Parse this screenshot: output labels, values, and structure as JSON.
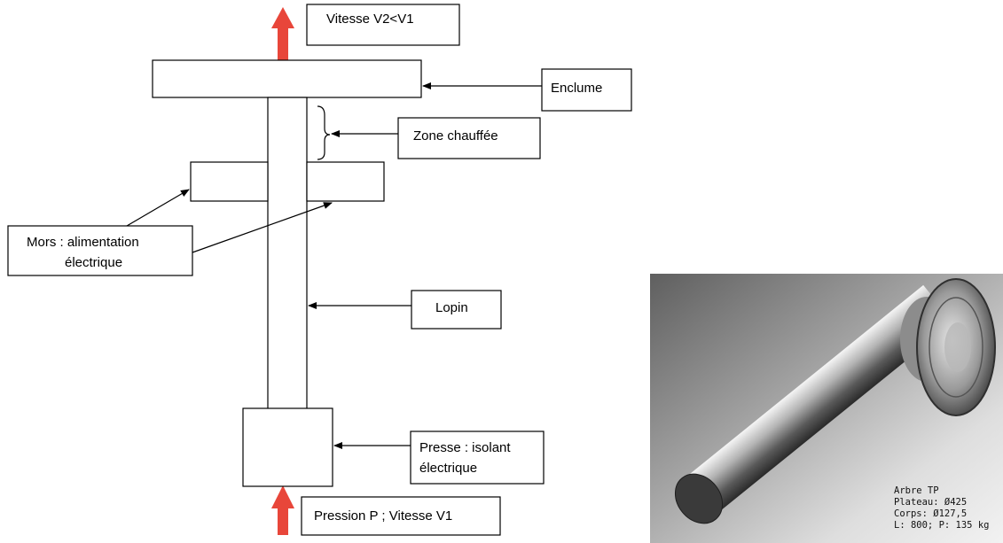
{
  "diagram": {
    "labels": {
      "vitesse_top": "Vitesse V2<V1",
      "enclume": "Enclume",
      "zone": "Zone chauffée",
      "mors_line1": "Mors : alimentation",
      "mors_line2": "électrique",
      "lopin": "Lopin",
      "presse_line1": "Presse : isolant",
      "presse_line2": "électrique",
      "pression": "Pression P ; Vitesse V1"
    },
    "colors": {
      "red_arrow": "#e8463a",
      "line": "#000000"
    }
  },
  "photo": {
    "caption_lines": [
      "Arbre TP",
      "Plateau: Ø425",
      "Corps: Ø127,5",
      "L: 800; P: 135 kg"
    ]
  }
}
